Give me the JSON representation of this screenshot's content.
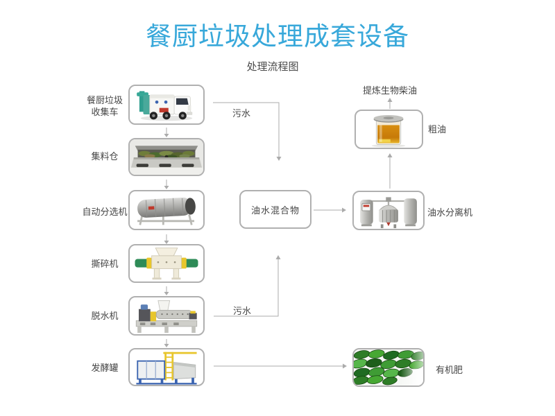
{
  "title": "餐厨垃圾处理成套设备",
  "subtitle": "处理流程图",
  "equipment": [
    {
      "id": "collection-truck",
      "label_line1": "餐厨垃圾",
      "label_line2": "收集车"
    },
    {
      "id": "collection-bin",
      "label": "集料仓"
    },
    {
      "id": "auto-sorter",
      "label": "自动分选机"
    },
    {
      "id": "shredder",
      "label": "撕碎机"
    },
    {
      "id": "dewaterer",
      "label": "脱水机"
    },
    {
      "id": "fermentation-tank",
      "label": "发酵罐"
    }
  ],
  "flow": {
    "sewage_top": "污水",
    "sewage_bottom": "污水",
    "oil_water_mixture": "油水混合物",
    "refine_biodiesel": "提炼生物柴油",
    "crude_oil": "粗油",
    "oil_water_separator": "油水分离机",
    "organic_fertilizer": "有机肥"
  },
  "colors": {
    "title": "#38a8da",
    "text": "#454545",
    "connector_line": "#ababab",
    "box_border": "#b0b0b0"
  }
}
